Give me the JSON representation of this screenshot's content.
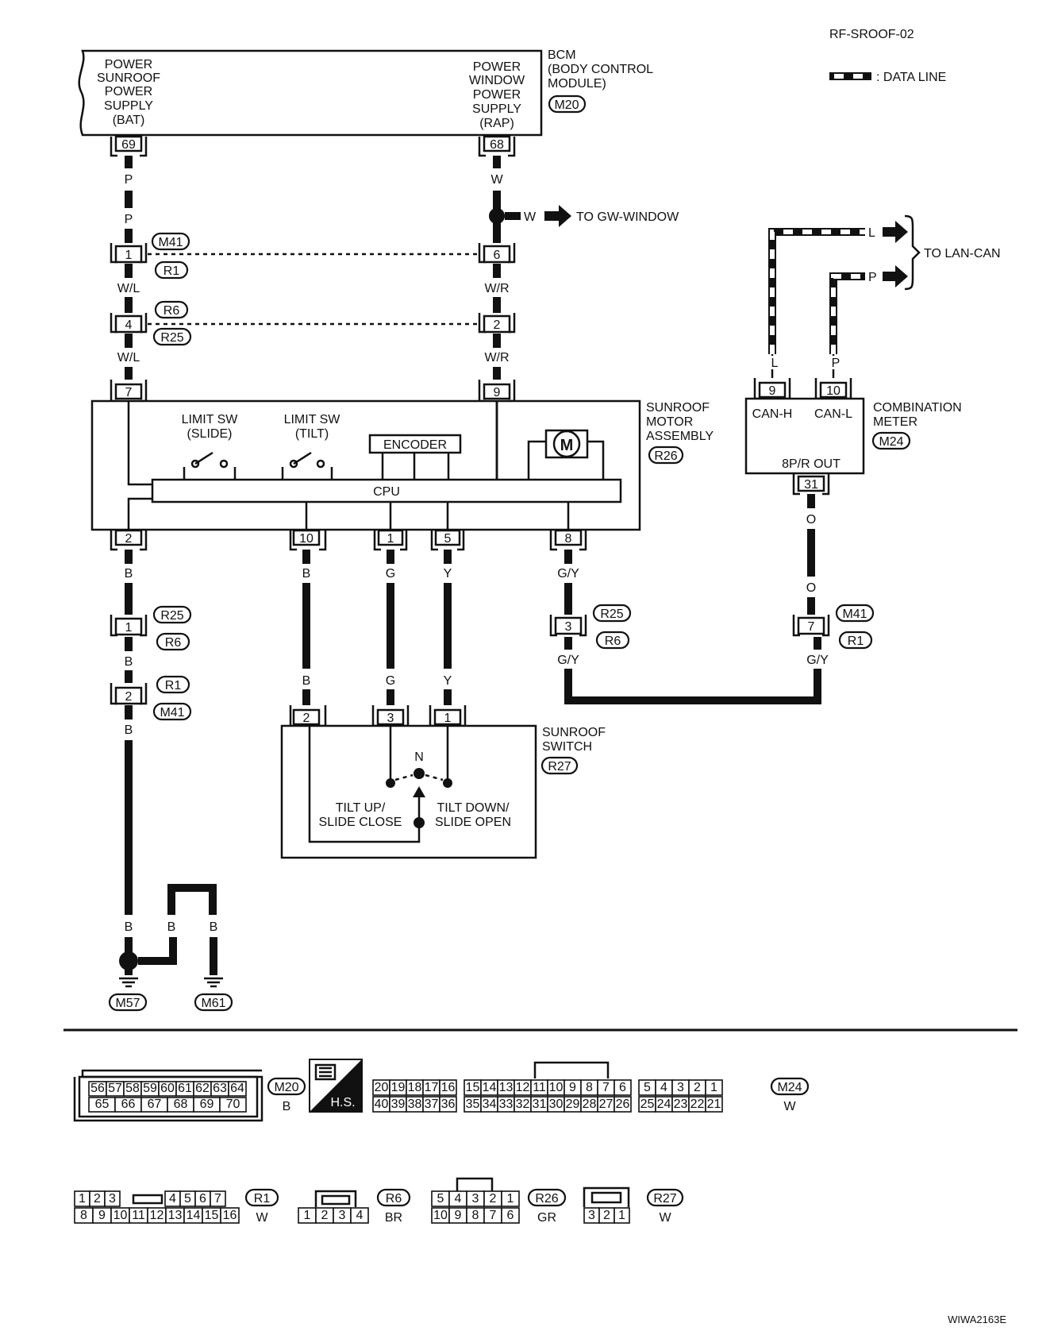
{
  "title": "RF-SROOF-02",
  "legend": {
    "data_line": ": DATA LINE"
  },
  "footer_code": "WIWA2163E",
  "bcm": {
    "name_lines": [
      "BCM",
      "(BODY CONTROL",
      "MODULE)"
    ],
    "conn": "M20",
    "left_label": [
      "POWER",
      "SUNROOF",
      "POWER",
      "SUPPLY",
      "(BAT)"
    ],
    "right_label": [
      "POWER",
      "WINDOW",
      "POWER",
      "SUPPLY",
      "(RAP)"
    ],
    "pin_left": "69",
    "pin_right": "68"
  },
  "wires": {
    "p1": "P",
    "p2": "P",
    "w1": "W",
    "w2": "W",
    "wl1": "W/L",
    "wr1": "W/R",
    "wl2": "W/L",
    "wr2": "W/R",
    "b1": "B",
    "b2": "B",
    "b3": "B",
    "b_gnd1": "B",
    "b_gnd2": "B",
    "b_gnd3": "B",
    "b_sw1": "B",
    "g_sw1": "G",
    "y_sw1": "Y",
    "b_sw2": "B",
    "g_sw2": "G",
    "y_sw2": "Y",
    "gy1": "G/Y",
    "gy2": "G/Y",
    "gy3": "G/Y",
    "o1": "O",
    "o2": "O",
    "l": "L",
    "p_can": "P",
    "l_top": "L",
    "p_top": "P"
  },
  "gw_window": "TO GW-WINDOW",
  "lan_can": "TO LAN-CAN",
  "joints": {
    "j1": {
      "pin": "1",
      "tags": [
        "M41",
        "R1"
      ]
    },
    "j6": {
      "pin": "6"
    },
    "j4": {
      "pin": "4",
      "tags": [
        "R6",
        "R25"
      ]
    },
    "j2": {
      "pin": "2"
    },
    "jb1": {
      "pin": "1",
      "tags": [
        "R25",
        "R6"
      ]
    },
    "jb2": {
      "pin": "2",
      "tags": [
        "R1",
        "M41"
      ]
    },
    "jgy": {
      "pin": "3",
      "tags": [
        "R25",
        "R6"
      ]
    },
    "jo": {
      "pin": "7",
      "tags": [
        "M41",
        "R1"
      ]
    }
  },
  "motor": {
    "name_lines": [
      "SUNROOF",
      "MOTOR",
      "ASSEMBLY"
    ],
    "conn": "R26",
    "pins_top": [
      "7",
      "9"
    ],
    "pins_bottom": [
      "2",
      "10",
      "1",
      "5",
      "8"
    ],
    "limit_slide": [
      "LIMIT SW",
      "(SLIDE)"
    ],
    "limit_tilt": [
      "LIMIT SW",
      "(TILT)"
    ],
    "encoder": "ENCODER",
    "cpu": "CPU",
    "motor_symbol": "M"
  },
  "meter": {
    "name_lines": [
      "COMBINATION",
      "METER"
    ],
    "conn": "M24",
    "pin_h": "9",
    "pin_l": "10",
    "pin_out": "31",
    "can_h": "CAN-H",
    "can_l": "CAN-L",
    "out": "8P/R OUT"
  },
  "switch": {
    "name_lines": [
      "SUNROOF",
      "SWITCH"
    ],
    "conn": "R27",
    "pins": [
      "2",
      "3",
      "1"
    ],
    "n": "N",
    "left_lines": [
      "TILT UP/",
      "SLIDE CLOSE"
    ],
    "right_lines": [
      "TILT DOWN/",
      "SLIDE OPEN"
    ]
  },
  "grounds": [
    "M57",
    "M61"
  ],
  "connectors": {
    "m20": {
      "id": "M20",
      "color": "B",
      "top": [
        "56",
        "57",
        "58",
        "59",
        "60",
        "61",
        "62",
        "63",
        "64"
      ],
      "bottom": [
        "65",
        "66",
        "67",
        "68",
        "69",
        "70"
      ]
    },
    "hs": "H.S.",
    "m24": {
      "id": "M24",
      "color": "W",
      "top": [
        "20",
        "19",
        "18",
        "17",
        "16",
        "15",
        "14",
        "13",
        "12",
        "11",
        "10",
        "9",
        "8",
        "7",
        "6",
        "5",
        "4",
        "3",
        "2",
        "1"
      ],
      "bottom": [
        "40",
        "39",
        "38",
        "37",
        "36",
        "35",
        "34",
        "33",
        "32",
        "31",
        "30",
        "29",
        "28",
        "27",
        "26",
        "25",
        "24",
        "23",
        "22",
        "21"
      ]
    },
    "r1": {
      "id": "R1",
      "color": "W",
      "top": [
        "1",
        "2",
        "3",
        "4",
        "5",
        "6",
        "7"
      ],
      "bottom": [
        "8",
        "9",
        "10",
        "11",
        "12",
        "13",
        "14",
        "15",
        "16"
      ]
    },
    "r6": {
      "id": "R6",
      "color": "BR",
      "cells": [
        "1",
        "2",
        "3",
        "4"
      ]
    },
    "r26": {
      "id": "R26",
      "color": "GR",
      "top": [
        "5",
        "4",
        "3",
        "2",
        "1"
      ],
      "bottom": [
        "10",
        "9",
        "8",
        "7",
        "6"
      ]
    },
    "r27": {
      "id": "R27",
      "color": "W",
      "cells": [
        "3",
        "2",
        "1"
      ]
    }
  }
}
